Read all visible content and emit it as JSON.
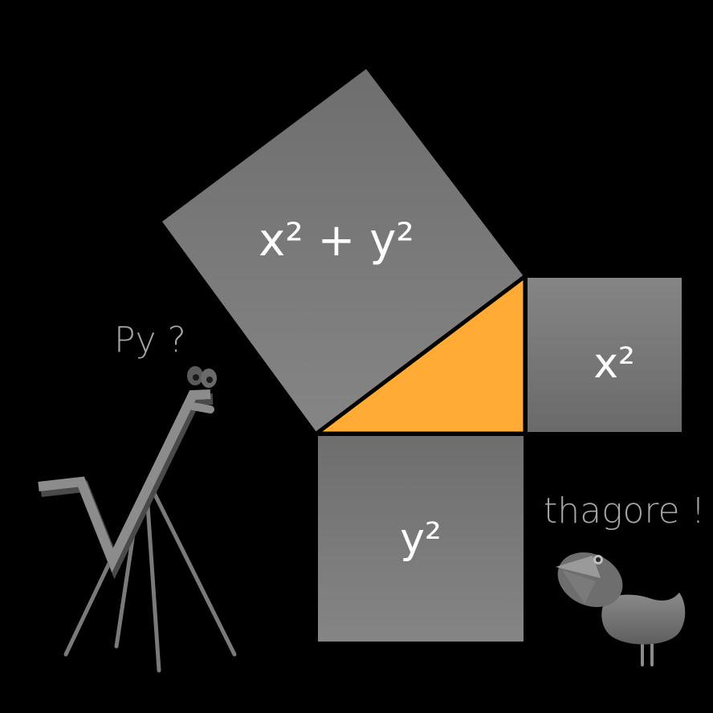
{
  "labels": {
    "hypotenuse_square": "x² + y²",
    "vertical_leg_square": "x²",
    "horizontal_leg_square": "y²"
  },
  "speech": {
    "giraffe": "Py ?",
    "bird": "thagore !"
  },
  "colors": {
    "background": "#000000",
    "square_fill": "#7a7a7a",
    "triangle_fill": "#ffab36",
    "outline": "#000000",
    "label_text": "#ffffff",
    "speech_text": "#a6a6a6"
  },
  "icons": {
    "giraffe": "giraffe-figure-icon",
    "bird": "bird-figure-icon"
  }
}
